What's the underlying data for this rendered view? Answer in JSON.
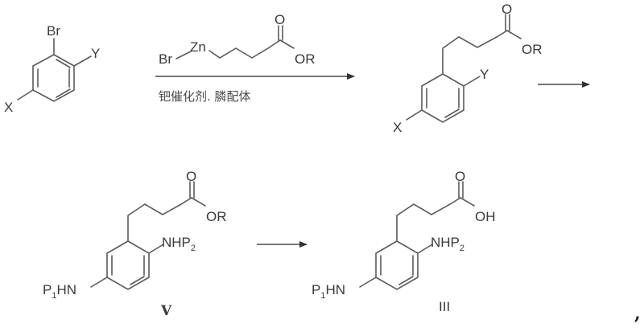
{
  "scheme": {
    "start_material": {
      "substituents": {
        "top": "Br",
        "ortho": "Y",
        "para_left": "X"
      }
    },
    "reagent": {
      "zinc_reagent": {
        "br": "Br",
        "zn": "Zn",
        "carbonyl_o": "O",
        "ester": "OR"
      },
      "conditions": "钯催化剂. 膦配体"
    },
    "intermediate": {
      "substituents": {
        "ortho": "Y",
        "para_left": "X",
        "carbonyl_o": "O",
        "ester": "OR"
      }
    },
    "compound_V": {
      "label": "V",
      "substituents": {
        "carbonyl_o": "O",
        "ester": "OR",
        "amine_ortho": "NHP",
        "amine_ortho_sub": "2",
        "amine_left_p": "P",
        "amine_left_sub": "1",
        "amine_left_rest": "HN"
      }
    },
    "compound_III": {
      "label": "III",
      "substituents": {
        "carbonyl_o": "O",
        "acid": "OH",
        "amine_ortho": "NHP",
        "amine_ortho_sub": "2",
        "amine_left_p": "P",
        "amine_left_sub": "1",
        "amine_left_rest": "HN"
      }
    },
    "trailing_punctuation": ","
  }
}
